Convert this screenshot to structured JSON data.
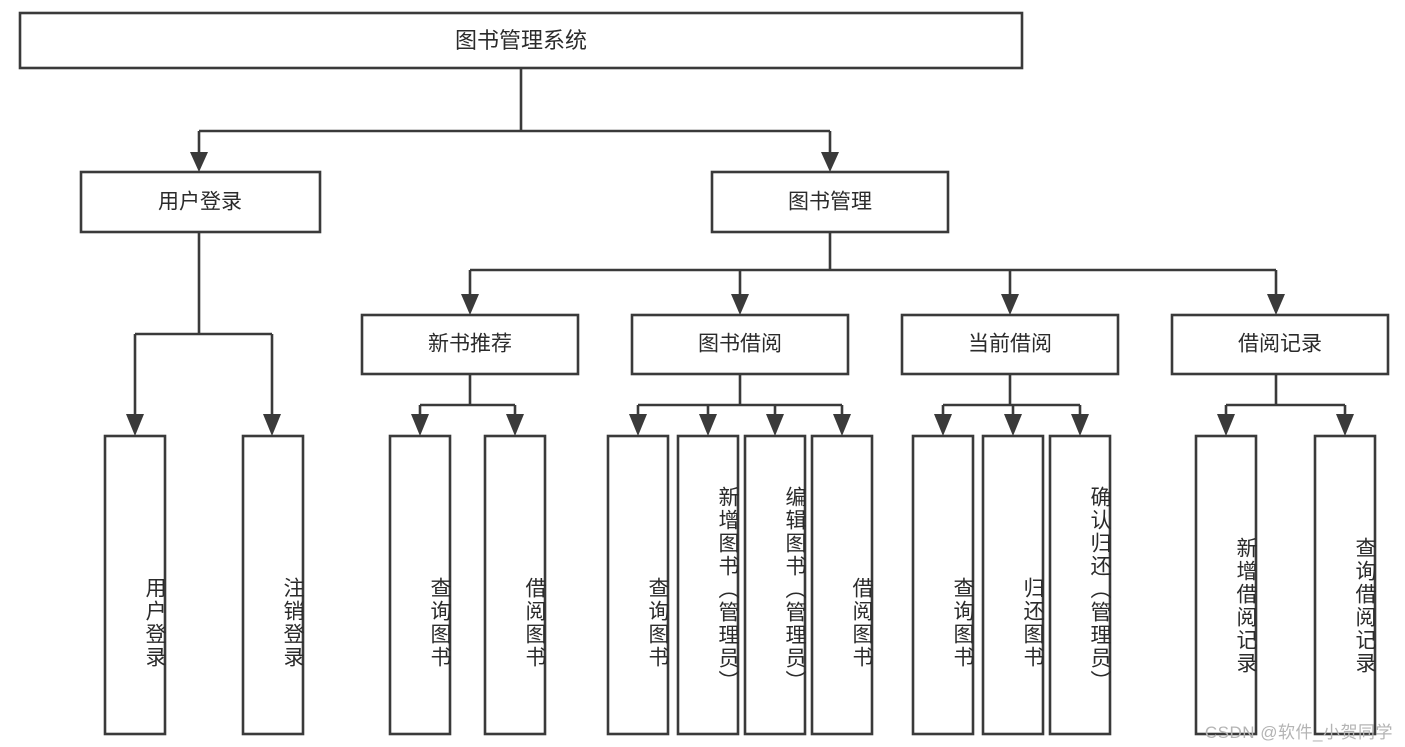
{
  "diagram": {
    "title": "图书管理系统",
    "stroke_color": "#3a3a3a",
    "text_color": "#2b2b2b",
    "background_color": "#ffffff",
    "root": {
      "id": "root",
      "label": "图书管理系统"
    },
    "level1": [
      {
        "id": "user-login",
        "label": "用户登录"
      },
      {
        "id": "book-manage",
        "label": "图书管理"
      }
    ],
    "level2": [
      {
        "id": "new-book-recommend",
        "label": "新书推荐",
        "parent": "book-manage"
      },
      {
        "id": "book-borrow",
        "label": "图书借阅",
        "parent": "book-manage"
      },
      {
        "id": "current-borrow",
        "label": "当前借阅",
        "parent": "book-manage"
      },
      {
        "id": "borrow-record",
        "label": "借阅记录",
        "parent": "book-manage"
      }
    ],
    "leaves": [
      {
        "id": "leaf-user-login",
        "label": "用户登录",
        "parent": "user-login"
      },
      {
        "id": "leaf-user-logout",
        "label": "注销登录",
        "parent": "user-login"
      },
      {
        "id": "leaf-query-book-1",
        "label": "查询图书",
        "parent": "new-book-recommend"
      },
      {
        "id": "leaf-borrow-book-1",
        "label": "借阅图书",
        "parent": "new-book-recommend"
      },
      {
        "id": "leaf-query-book-2",
        "label": "查询图书",
        "parent": "book-borrow"
      },
      {
        "id": "leaf-add-book",
        "label": "新增图书（管理员）",
        "parent": "book-borrow"
      },
      {
        "id": "leaf-edit-book",
        "label": "编辑图书（管理员）",
        "parent": "book-borrow"
      },
      {
        "id": "leaf-borrow-book-2",
        "label": "借阅图书",
        "parent": "book-borrow"
      },
      {
        "id": "leaf-query-book-3",
        "label": "查询图书",
        "parent": "current-borrow"
      },
      {
        "id": "leaf-return-book",
        "label": "归还图书",
        "parent": "current-borrow"
      },
      {
        "id": "leaf-confirm-return",
        "label": "确认归还（管理员）",
        "parent": "current-borrow"
      },
      {
        "id": "leaf-add-record",
        "label": "新增借阅记录",
        "parent": "borrow-record"
      },
      {
        "id": "leaf-query-record",
        "label": "查询借阅记录",
        "parent": "borrow-record"
      }
    ]
  },
  "watermark": {
    "text": "CSDN @软件_小贺同学"
  }
}
